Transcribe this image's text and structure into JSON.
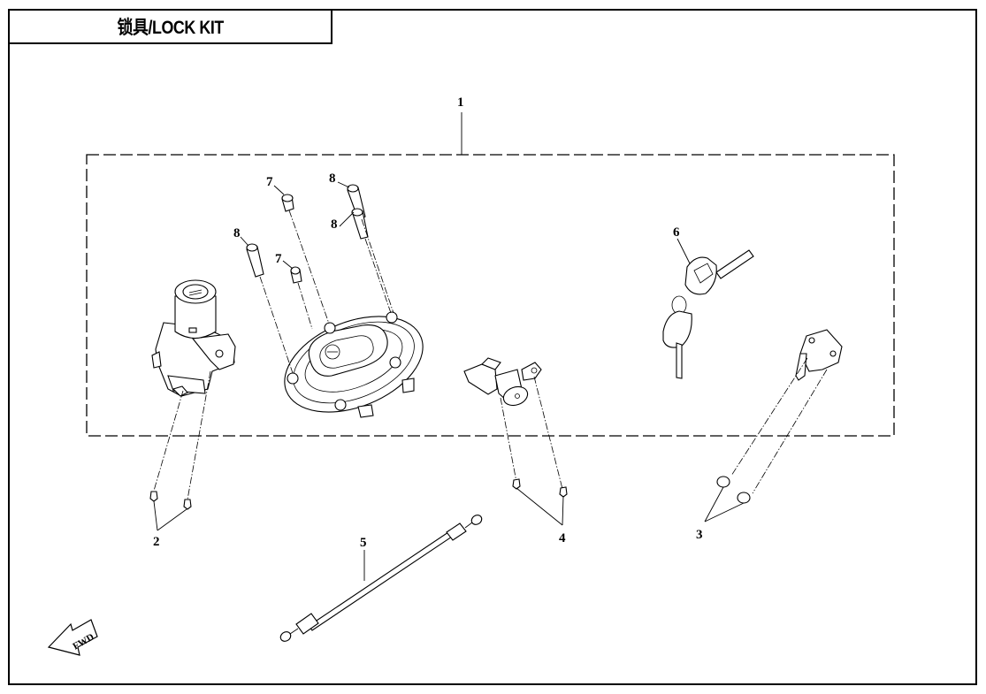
{
  "title": "锁具/LOCK KIT",
  "callouts": {
    "assembly": "1",
    "ignition_screws": "2",
    "seat_lock_screws": "3",
    "bracket_screws": "4",
    "cable": "5",
    "keys": "6",
    "short_bolt_a": "7",
    "short_bolt_b": "7",
    "long_bolt_a": "8",
    "long_bolt_b": "8",
    "long_bolt_c": "8"
  },
  "direction_indicator": "FWD"
}
